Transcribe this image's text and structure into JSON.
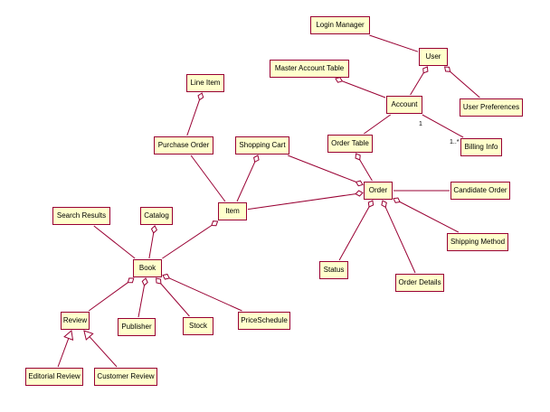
{
  "colors": {
    "node_fill": "#ffffcc",
    "node_border": "#990033",
    "link": "#990033"
  },
  "nodes": [
    {
      "id": "login_manager",
      "label": "Login Manager"
    },
    {
      "id": "user",
      "label": "User"
    },
    {
      "id": "master_account_table",
      "label": "Master Account Table"
    },
    {
      "id": "account",
      "label": "Account"
    },
    {
      "id": "user_preferences",
      "label": "User Preferences"
    },
    {
      "id": "line_item",
      "label": "Line Item"
    },
    {
      "id": "purchase_order",
      "label": "Purchase Order"
    },
    {
      "id": "shopping_cart",
      "label": "Shopping Cart"
    },
    {
      "id": "order_table",
      "label": "Order Table"
    },
    {
      "id": "billing_info",
      "label": "Billing Info"
    },
    {
      "id": "order",
      "label": "Order"
    },
    {
      "id": "candidate_order",
      "label": "Candidate Order"
    },
    {
      "id": "search_results",
      "label": "Search Results"
    },
    {
      "id": "catalog",
      "label": "Catalog"
    },
    {
      "id": "item",
      "label": "Item"
    },
    {
      "id": "shipping_method",
      "label": "Shipping Method"
    },
    {
      "id": "book",
      "label": "Book"
    },
    {
      "id": "status",
      "label": "Status"
    },
    {
      "id": "order_details",
      "label": "Order Details"
    },
    {
      "id": "review",
      "label": "Review"
    },
    {
      "id": "publisher",
      "label": "Publisher"
    },
    {
      "id": "stock",
      "label": "Stock"
    },
    {
      "id": "price_schedule",
      "label": "PriceSchedule"
    },
    {
      "id": "editorial_review",
      "label": "Editorial Review"
    },
    {
      "id": "customer_review",
      "label": "Customer Review"
    }
  ],
  "multiplicities": [
    {
      "id": "account_billing_1",
      "label": "1"
    },
    {
      "id": "account_billing_many",
      "label": "1..*"
    }
  ],
  "links": [
    {
      "from": "login_manager",
      "to": "user",
      "end": "none"
    },
    {
      "from": "account",
      "to": "user",
      "end": "diamond"
    },
    {
      "from": "user_preferences",
      "to": "user",
      "end": "diamond"
    },
    {
      "from": "account",
      "to": "master_account_table",
      "end": "diamond"
    },
    {
      "from": "account",
      "to": "billing_info",
      "end": "none"
    },
    {
      "from": "order_table",
      "to": "account",
      "end": "none"
    },
    {
      "from": "purchase_order",
      "to": "line_item",
      "end": "diamond"
    },
    {
      "from": "item",
      "to": "purchase_order",
      "end": "none"
    },
    {
      "from": "item",
      "to": "shopping_cart",
      "end": "diamond"
    },
    {
      "from": "order",
      "to": "order_table",
      "end": "diamond"
    },
    {
      "from": "shopping_cart",
      "to": "order",
      "end": "diamond"
    },
    {
      "from": "item",
      "to": "order",
      "end": "diamond"
    },
    {
      "from": "order",
      "to": "candidate_order",
      "end": "none"
    },
    {
      "from": "shipping_method",
      "to": "order",
      "end": "diamond"
    },
    {
      "from": "status",
      "to": "order",
      "end": "diamond"
    },
    {
      "from": "order_details",
      "to": "order",
      "end": "diamond"
    },
    {
      "from": "book",
      "to": "item",
      "end": "diamond"
    },
    {
      "from": "book",
      "to": "search_results",
      "end": "none"
    },
    {
      "from": "book",
      "to": "catalog",
      "end": "diamond"
    },
    {
      "from": "review",
      "to": "book",
      "end": "diamond"
    },
    {
      "from": "publisher",
      "to": "book",
      "end": "diamond"
    },
    {
      "from": "stock",
      "to": "book",
      "end": "diamond"
    },
    {
      "from": "price_schedule",
      "to": "book",
      "end": "diamond"
    },
    {
      "from": "editorial_review",
      "to": "review",
      "end": "triangle"
    },
    {
      "from": "customer_review",
      "to": "review",
      "end": "triangle"
    }
  ]
}
